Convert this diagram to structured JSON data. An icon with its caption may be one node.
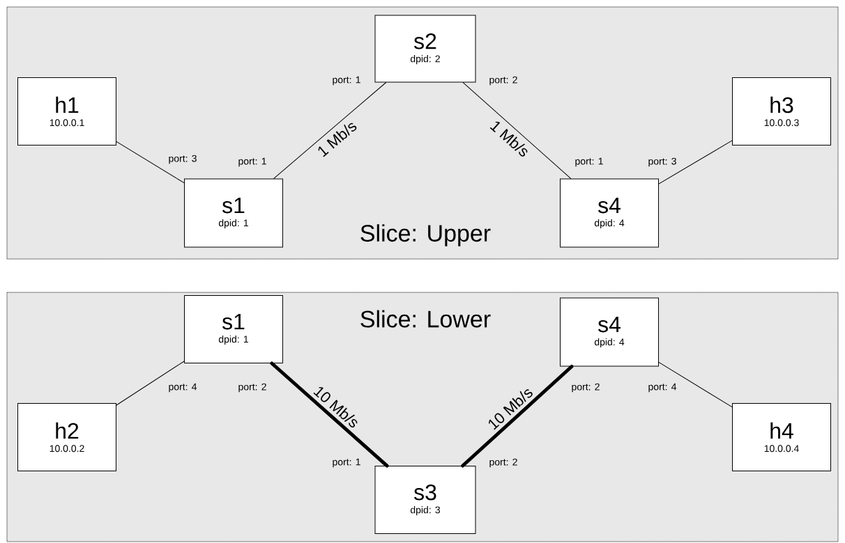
{
  "diagram": {
    "nodes": [
      {
        "text": [
          "Slice: Upper"
        ]
      },
      {
        "text": [
          "h1",
          "10.0.0.1"
        ],
        "in": 0
      },
      {
        "text": [
          "s2",
          "dpid: 2"
        ],
        "in": 0
      },
      {
        "text": [
          "s1",
          "dpid: 1"
        ],
        "in": 0
      },
      {
        "text": [
          "s4",
          "dpid: 4"
        ],
        "in": 0
      },
      {
        "text": [
          "h3",
          "10.0.0.3"
        ],
        "in": 0
      },
      {
        "text": [
          "Slice: Lower"
        ]
      },
      {
        "text": [
          "s1",
          "dpid: 1"
        ],
        "in": 6
      },
      {
        "text": [
          "s4",
          "dpid: 4"
        ],
        "in": 6
      },
      {
        "text": [
          "h2",
          "10.0.0.2"
        ],
        "in": 6
      },
      {
        "text": [
          "h4",
          "10.0.0.4"
        ],
        "in": 6
      },
      {
        "text": [
          "s3",
          "dpid: 3"
        ],
        "in": 6
      }
    ],
    "edges": [
      {
        "from": 1,
        "to": 3,
        "arrow": "none"
      },
      {
        "from": 3,
        "to": 2,
        "arrow": "none",
        "label": "1 Mb/s"
      },
      {
        "from": 2,
        "to": 4,
        "arrow": "none",
        "label": "1 Mb/s"
      },
      {
        "from": 4,
        "to": 5,
        "arrow": "none"
      },
      {
        "from": 9,
        "to": 7,
        "arrow": "none"
      },
      {
        "from": 7,
        "to": 11,
        "arrow": "none",
        "label": "10 Mb/s",
        "style": "thick"
      },
      {
        "from": 11,
        "to": 8,
        "arrow": "none",
        "label": "10 Mb/s",
        "style": "thick"
      },
      {
        "from": 8,
        "to": 10,
        "arrow": "none"
      }
    ],
    "labels": [
      "port: 1",
      "port: 2",
      "port: 3",
      "port: 1",
      "port: 1",
      "port: 3",
      "port: 4",
      "port: 2",
      "port: 2",
      "port: 4",
      "port: 1",
      "port: 2"
    ]
  }
}
